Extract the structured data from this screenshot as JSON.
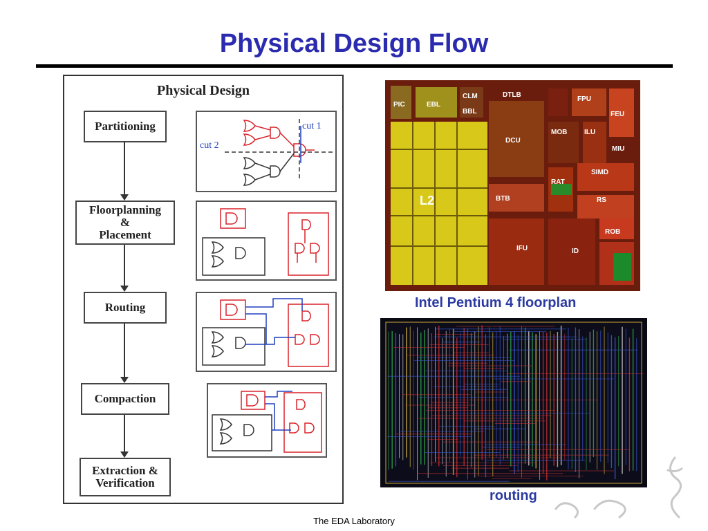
{
  "slide": {
    "title": "Physical Design Flow",
    "footer": "The EDA Laboratory"
  },
  "flow_panel": {
    "title": "Physical Design",
    "steps": [
      {
        "label": "Partitioning"
      },
      {
        "label": "Floorplanning\n&\nPlacement"
      },
      {
        "label": "Routing"
      },
      {
        "label": "Compaction"
      },
      {
        "label": "Extraction &\nVerification"
      }
    ],
    "cut_labels": {
      "cut1": "cut 1",
      "cut2": "cut 2"
    }
  },
  "floorplan": {
    "caption": "Intel Pentium 4 floorplan",
    "block_labels": [
      "PIC",
      "EBL",
      "CLM",
      "DTLB",
      "FPU",
      "BBL",
      "FEU",
      "MOB",
      "ILU",
      "DCU",
      "MIU",
      "SIMD",
      "L2",
      "BTB",
      "RAT",
      "RS",
      "IFU",
      "ID",
      "ROB"
    ]
  },
  "routing_image": {
    "caption": "routing"
  },
  "colors": {
    "title_blue": "#2b2bb0",
    "caption_blue": "#2b3aa0",
    "gate_red": "#d8222a",
    "wire_blue": "#1f3fbf"
  }
}
